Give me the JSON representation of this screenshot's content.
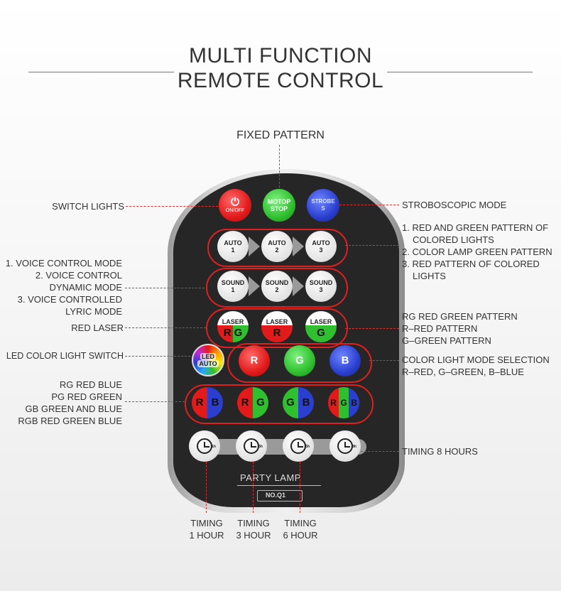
{
  "title": {
    "line1": "MULTI FUNCTION",
    "line2": "REMOTE CONTROL"
  },
  "labels": {
    "fixed_pattern": "FIXED PATTERN",
    "switch_lights": "SWITCH LIGHTS",
    "stroboscopic_mode": "STROBOSCOPIC MODE",
    "auto_desc": [
      "1. RED AND GREEN PATTERN OF",
      "COLORED LIGHTS",
      "2. COLOR LAMP GREEN PATTERN",
      "3. RED PATTERN OF COLORED",
      "LIGHTS"
    ],
    "sound_desc": [
      "1. VOICE CONTROL MODE",
      "2. VOICE CONTROL",
      "DYNAMIC MODE",
      "3. VOICE CONTROLLED",
      "LYRIC MODE"
    ],
    "red_laser": "RED LASER",
    "laser_desc": [
      "RG RED GREEN PATTERN",
      "R–RED PATTERN",
      "G–GREEN PATTERN"
    ],
    "led_switch": "LED COLOR LIGHT SWITCH",
    "color_mode": [
      "COLOR LIGHT MODE  SELECTION",
      "R–RED, G–GREEN, B–BLUE"
    ],
    "mix_desc": [
      "RG RED BLUE",
      "PG RED GREEN",
      "GB GREEN AND BLUE",
      "RGB RED GREEN BLUE"
    ],
    "timing_8": "TIMING 8 HOURS",
    "timing_1": [
      "TIMING",
      "1 HOUR"
    ],
    "timing_3": [
      "TIMING",
      "3 HOUR"
    ],
    "timing_6": [
      "TIMING",
      "6 HOUR"
    ]
  },
  "remote": {
    "power": {
      "label": "ON/OFF",
      "icon": "power-icon"
    },
    "motor": {
      "line1": "MOTOP",
      "line2": "STOP"
    },
    "strobe": {
      "line1": "STROBE",
      "line2": "S"
    },
    "auto": [
      {
        "l1": "AUTO",
        "l2": "1"
      },
      {
        "l1": "AUTO",
        "l2": "2"
      },
      {
        "l1": "AUTO",
        "l2": "3"
      }
    ],
    "sound": [
      {
        "l1": "SOUND",
        "l2": "1"
      },
      {
        "l1": "SOUND",
        "l2": "2"
      },
      {
        "l1": "SOUND",
        "l2": "3"
      }
    ],
    "laser": [
      {
        "l1": "LASER",
        "l2a": "R",
        "l2b": "G"
      },
      {
        "l1": "LASER",
        "l2": "R"
      },
      {
        "l1": "LASER",
        "l2": "G"
      }
    ],
    "led": {
      "l1": "LED",
      "l2": "AUTO"
    },
    "colors": [
      "R",
      "G",
      "B"
    ],
    "mix": [
      {
        "a": "R",
        "b": "B"
      },
      {
        "a": "R",
        "b": "G"
      },
      {
        "a": "G",
        "b": "B"
      },
      {
        "a": "R",
        "b": "G",
        "c": "B"
      }
    ],
    "timers": [
      "1h",
      "3h",
      "6h",
      "8h"
    ],
    "brand": "PARTY  LAMP",
    "model": "NO.Q1"
  },
  "colors": {
    "accent": "#e02020",
    "body": "#262626"
  }
}
